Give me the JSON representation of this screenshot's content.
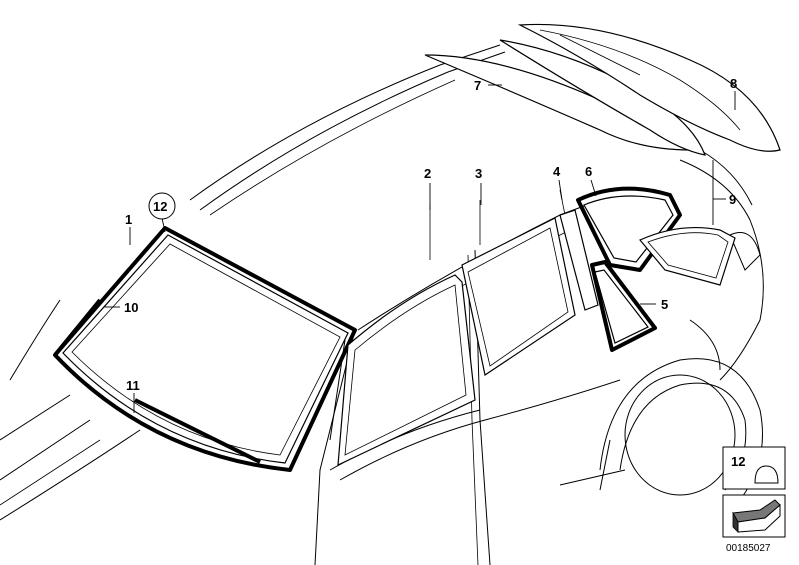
{
  "callouts": {
    "p1": "1",
    "p2": "2",
    "p3": "3",
    "p4": "4",
    "p5": "5",
    "p6": "6",
    "p7": "7",
    "p8": "8",
    "p9": "9",
    "p10": "10",
    "p11": "11",
    "p12": "12"
  },
  "legend": {
    "label": "12"
  },
  "reference_number": "00185027"
}
